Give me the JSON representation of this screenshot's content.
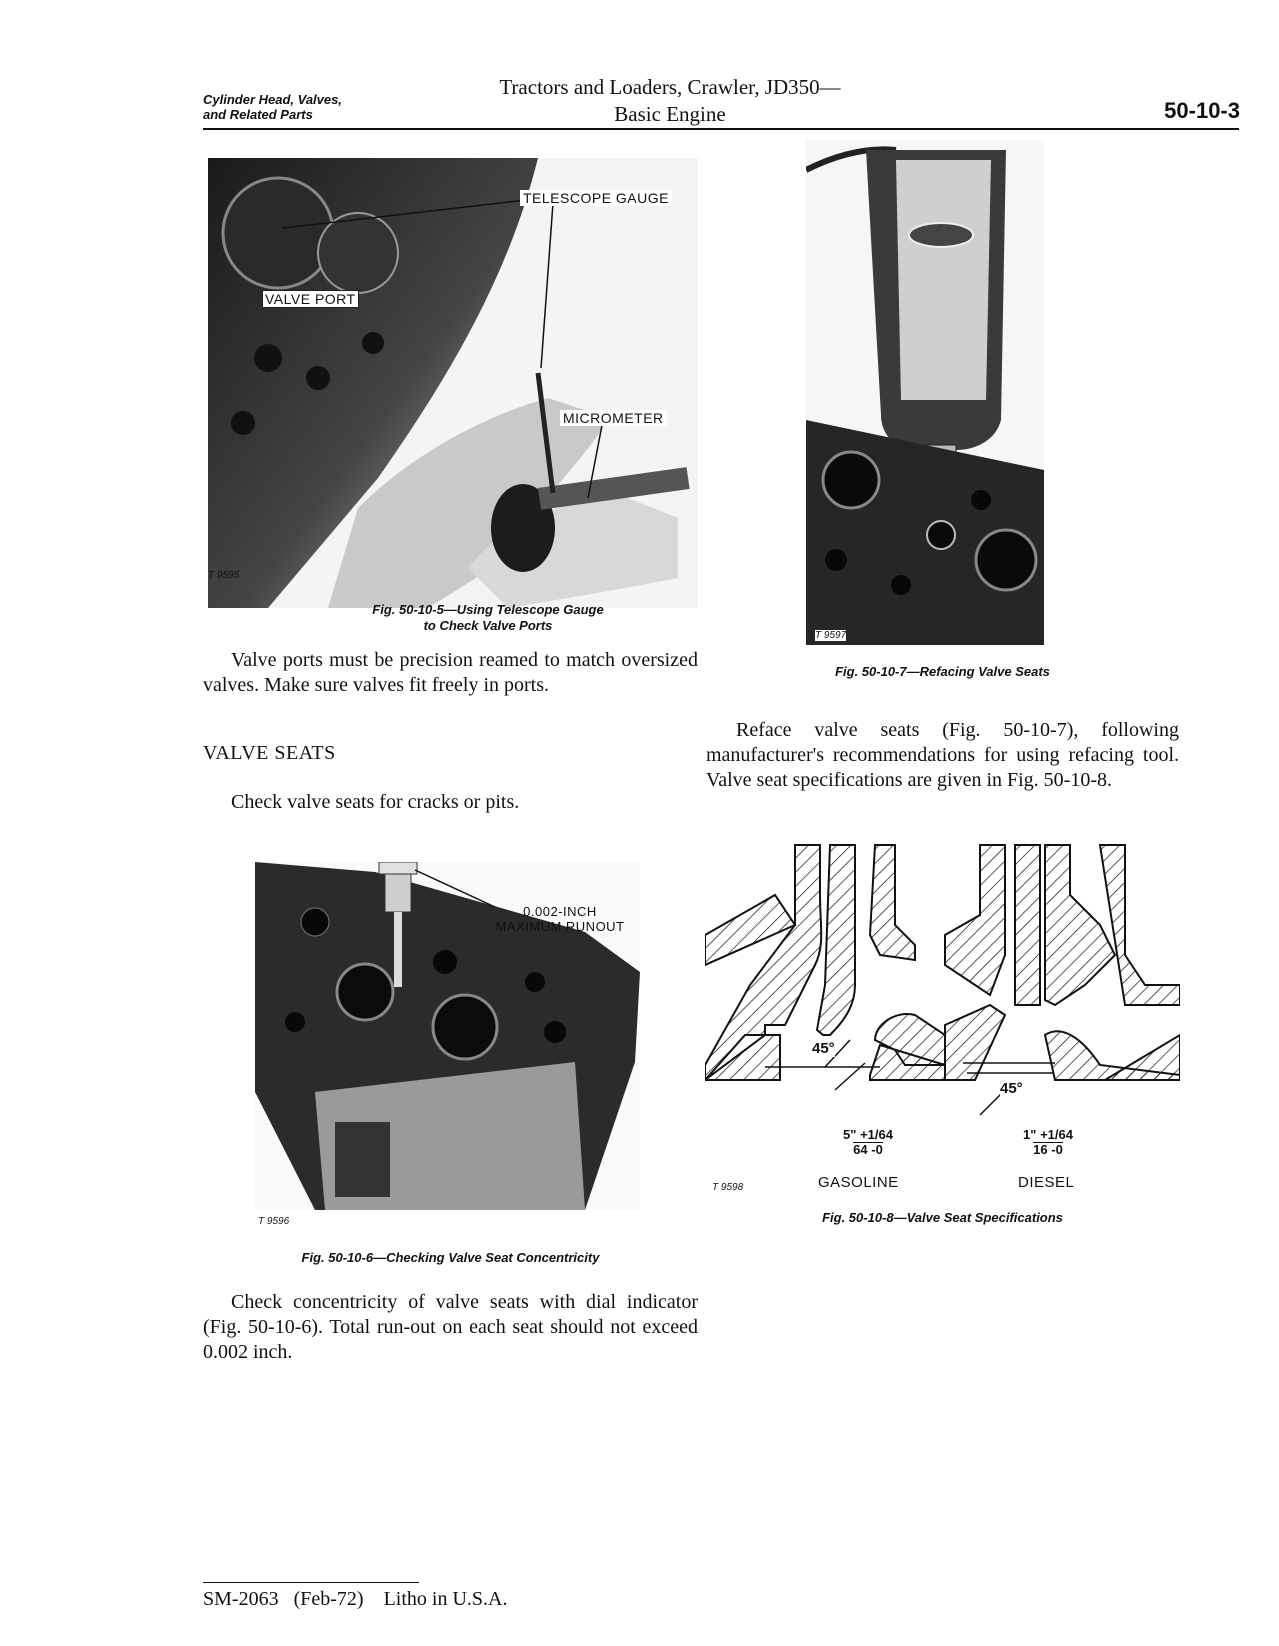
{
  "header": {
    "section_line1": "Cylinder Head, Valves,",
    "section_line2": "and Related Parts",
    "title_line1": "Tractors and Loaders, Crawler, JD350—",
    "title_line2": "Basic Engine",
    "page_number": "50-10-3"
  },
  "figures": {
    "fig5": {
      "code": "T 9595",
      "label_telescope": "TELESCOPE GAUGE",
      "label_valve_port": "VALVE PORT",
      "label_micrometer": "MICROMETER",
      "caption_line1": "Fig. 50-10-5—Using Telescope Gauge",
      "caption_line2": "to Check Valve Ports"
    },
    "fig6": {
      "code": "T 9596",
      "label_line1": "0.002-INCH",
      "label_line2": "MAXIMUM RUNOUT",
      "caption": "Fig. 50-10-6—Checking Valve Seat Concentricity"
    },
    "fig7": {
      "code": "T 9597",
      "caption": "Fig. 50-10-7—Refacing Valve Seats"
    },
    "fig8": {
      "code": "T 9598",
      "angle_gas": "45°",
      "angle_diesel": "45°",
      "dim_gas_num": "5\"",
      "dim_gas_den": "64",
      "dim_gas_tol_plus": "+1/64",
      "dim_gas_tol_minus": "-0",
      "dim_diesel_num": "1\"",
      "dim_diesel_den": "16",
      "dim_diesel_tol_plus": "+1/64",
      "dim_diesel_tol_minus": "-0",
      "label_gasoline": "GASOLINE",
      "label_diesel": "DIESEL",
      "caption": "Fig. 50-10-8—Valve Seat Specifications"
    }
  },
  "text": {
    "para_ports": "Valve ports must be precision reamed to match oversized valves. Make sure valves fit freely in ports.",
    "heading_seats": "VALVE SEATS",
    "para_check": "Check valve seats for cracks or pits.",
    "para_concentricity": "Check concentricity of valve seats with dial indicator (Fig. 50-10-6). Total run-out on each seat should not exceed 0.002 inch.",
    "para_reface": "Reface valve seats (Fig. 50-10-7), following manufacturer's recommendations for using refacing tool. Valve seat specifications are given in Fig. 50-10-8."
  },
  "footer": {
    "code": "SM-2063",
    "date": "(Feb-72)",
    "litho": "Litho in U.S.A."
  }
}
